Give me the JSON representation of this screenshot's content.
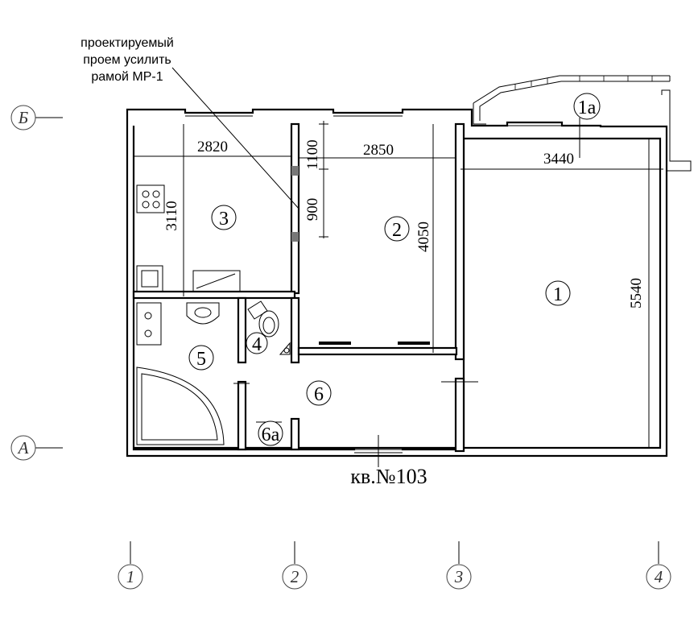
{
  "note": {
    "line1": "проектируемый",
    "line2": "проем усилить",
    "line3": "рамой МР-1"
  },
  "dimensions": {
    "kitchen_width": "2820",
    "kitchen_depth": "3110",
    "room2_width": "2850",
    "room2_depth": "4050",
    "opening_top": "1100",
    "opening_size": "900",
    "room1_width": "3440",
    "room1_depth": "5540"
  },
  "rooms": {
    "r1": "1",
    "r1a": "1а",
    "r2": "2",
    "r3": "3",
    "r4": "4",
    "r5": "5",
    "r6": "6",
    "r6a": "6а"
  },
  "axes": {
    "b": "Б",
    "a": "А",
    "n1": "1",
    "n2": "2",
    "n3": "3",
    "n4": "4"
  },
  "apartment_title": "кв.№103"
}
